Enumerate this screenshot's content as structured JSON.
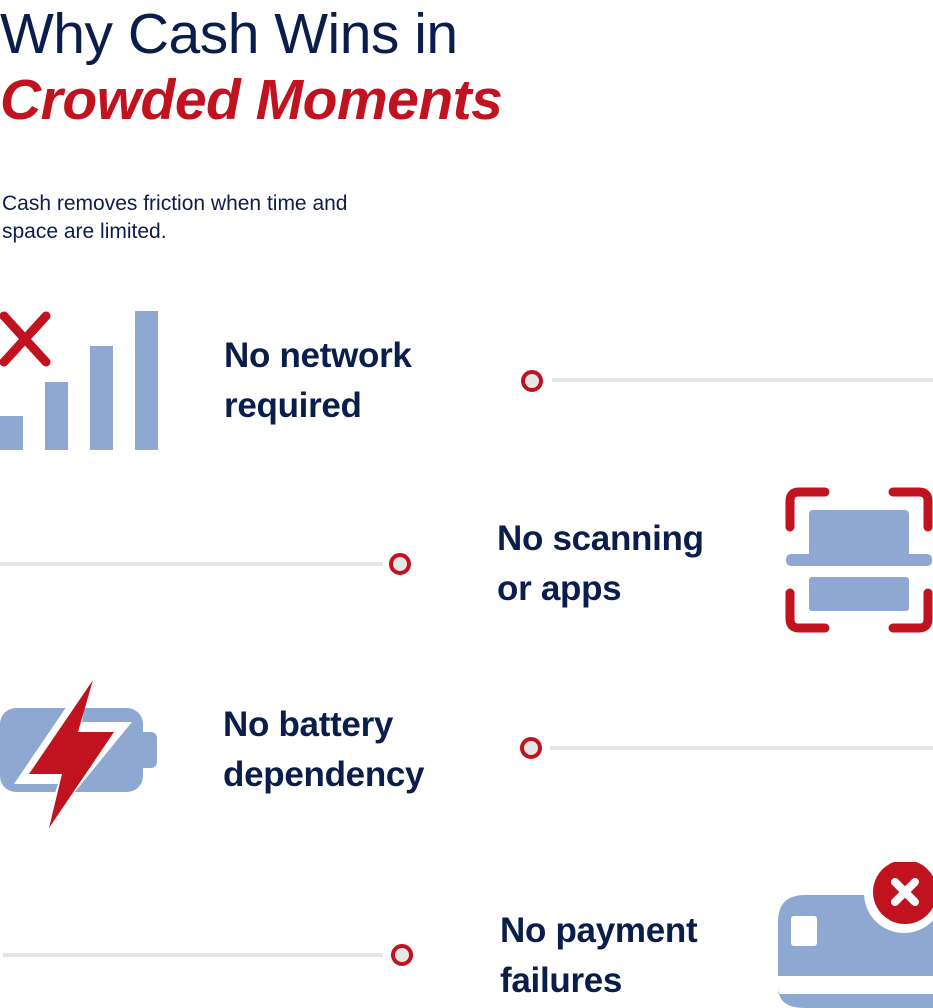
{
  "title": {
    "line1": "Why Cash Wins in",
    "line2": "Crowded Moments"
  },
  "subtitle": "Cash removes friction when time and space are limited.",
  "items": [
    {
      "label": "No network required",
      "icon": "no-signal-icon"
    },
    {
      "label": "No scanning or apps",
      "icon": "scan-icon"
    },
    {
      "label": "No battery dependency",
      "icon": "battery-bolt-icon"
    },
    {
      "label": "No payment failures",
      "icon": "card-declined-icon"
    }
  ],
  "colors": {
    "navy": "#0b1d4a",
    "red": "#c0121f",
    "blue": "#8fa8d2",
    "line": "#e6e6e6"
  }
}
